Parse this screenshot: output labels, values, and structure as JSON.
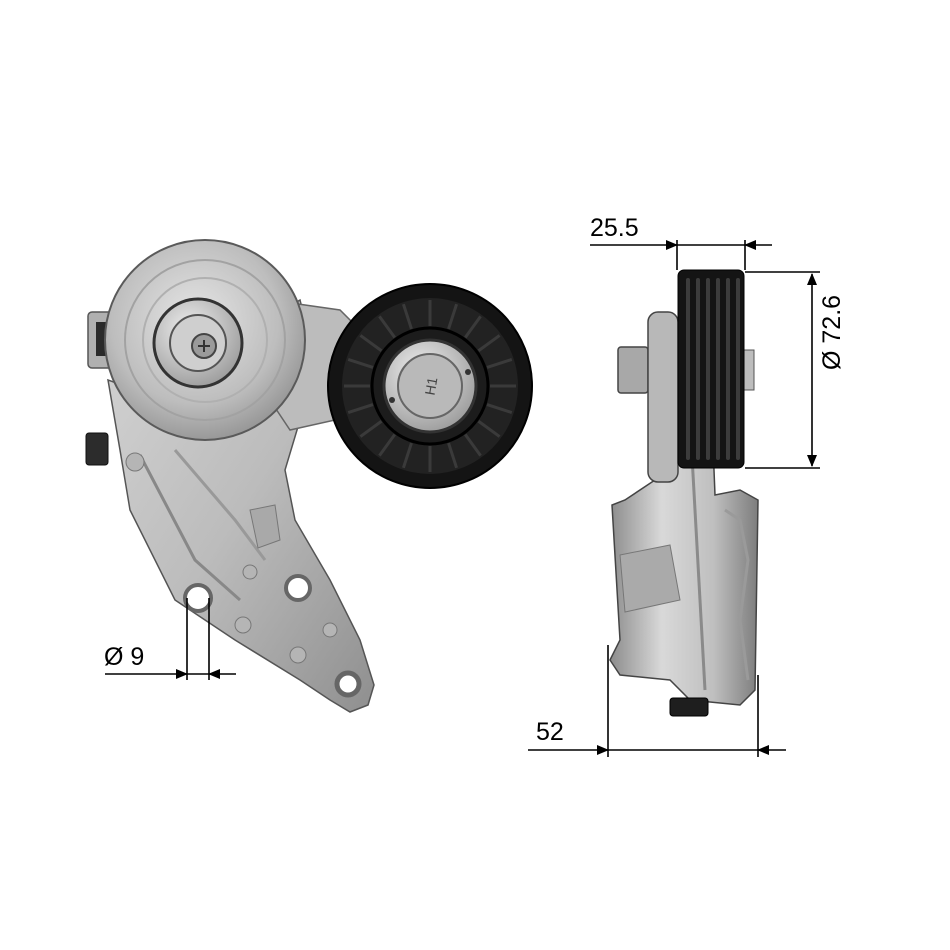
{
  "dimensions": {
    "width_top": "25.5",
    "pulley_diameter": "Ø 72.6",
    "bolt_hole_diameter": "Ø 9",
    "mount_width": "52"
  },
  "pulley_marking": "H1",
  "colors": {
    "background": "#ffffff",
    "metal": "#c8c8c8",
    "metal_dark": "#8a8a8a",
    "pulley": "#141414",
    "dimension_line": "#000000"
  }
}
